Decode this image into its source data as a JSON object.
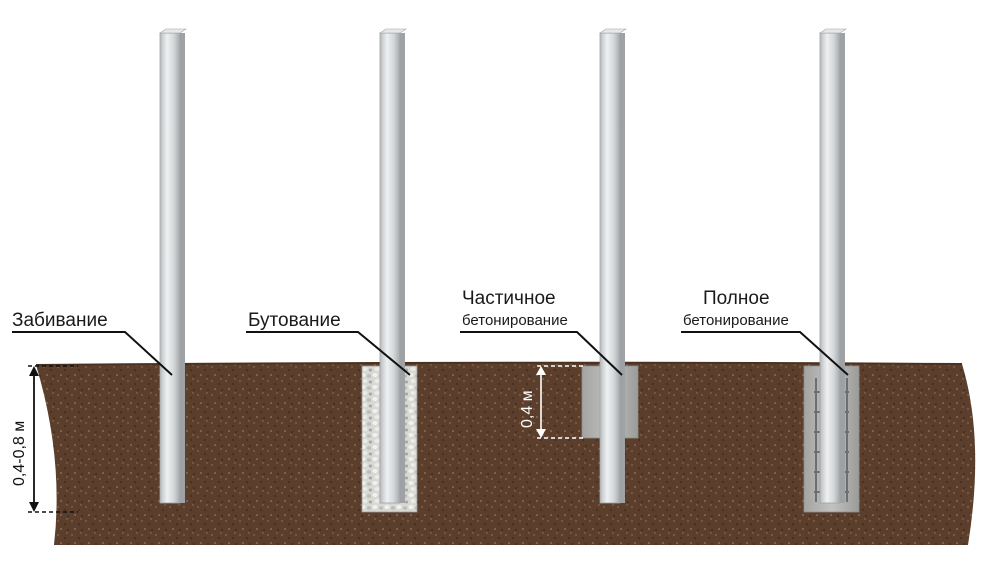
{
  "methods": [
    {
      "title": "Забивание",
      "subtitle": ""
    },
    {
      "title": "Бутование",
      "subtitle": ""
    },
    {
      "title": "Частичное",
      "subtitle": "бетонирование"
    },
    {
      "title": "Полное",
      "subtitle": "бетонирование"
    }
  ],
  "dimensions": {
    "depth_range": "0,4-0,8 м",
    "partial_depth": "0,4 м"
  },
  "colors": {
    "soil": "#5a3e2b",
    "soil_dark": "#3e2a1c",
    "soil_light": "#8a6a4e",
    "post": "#d9dcdd",
    "post_shade": "#a9adaf",
    "concrete": "#b5b5b3",
    "gravel": "#e7e7e4",
    "rebar": "#6e6e6e",
    "leader": "#111111"
  }
}
